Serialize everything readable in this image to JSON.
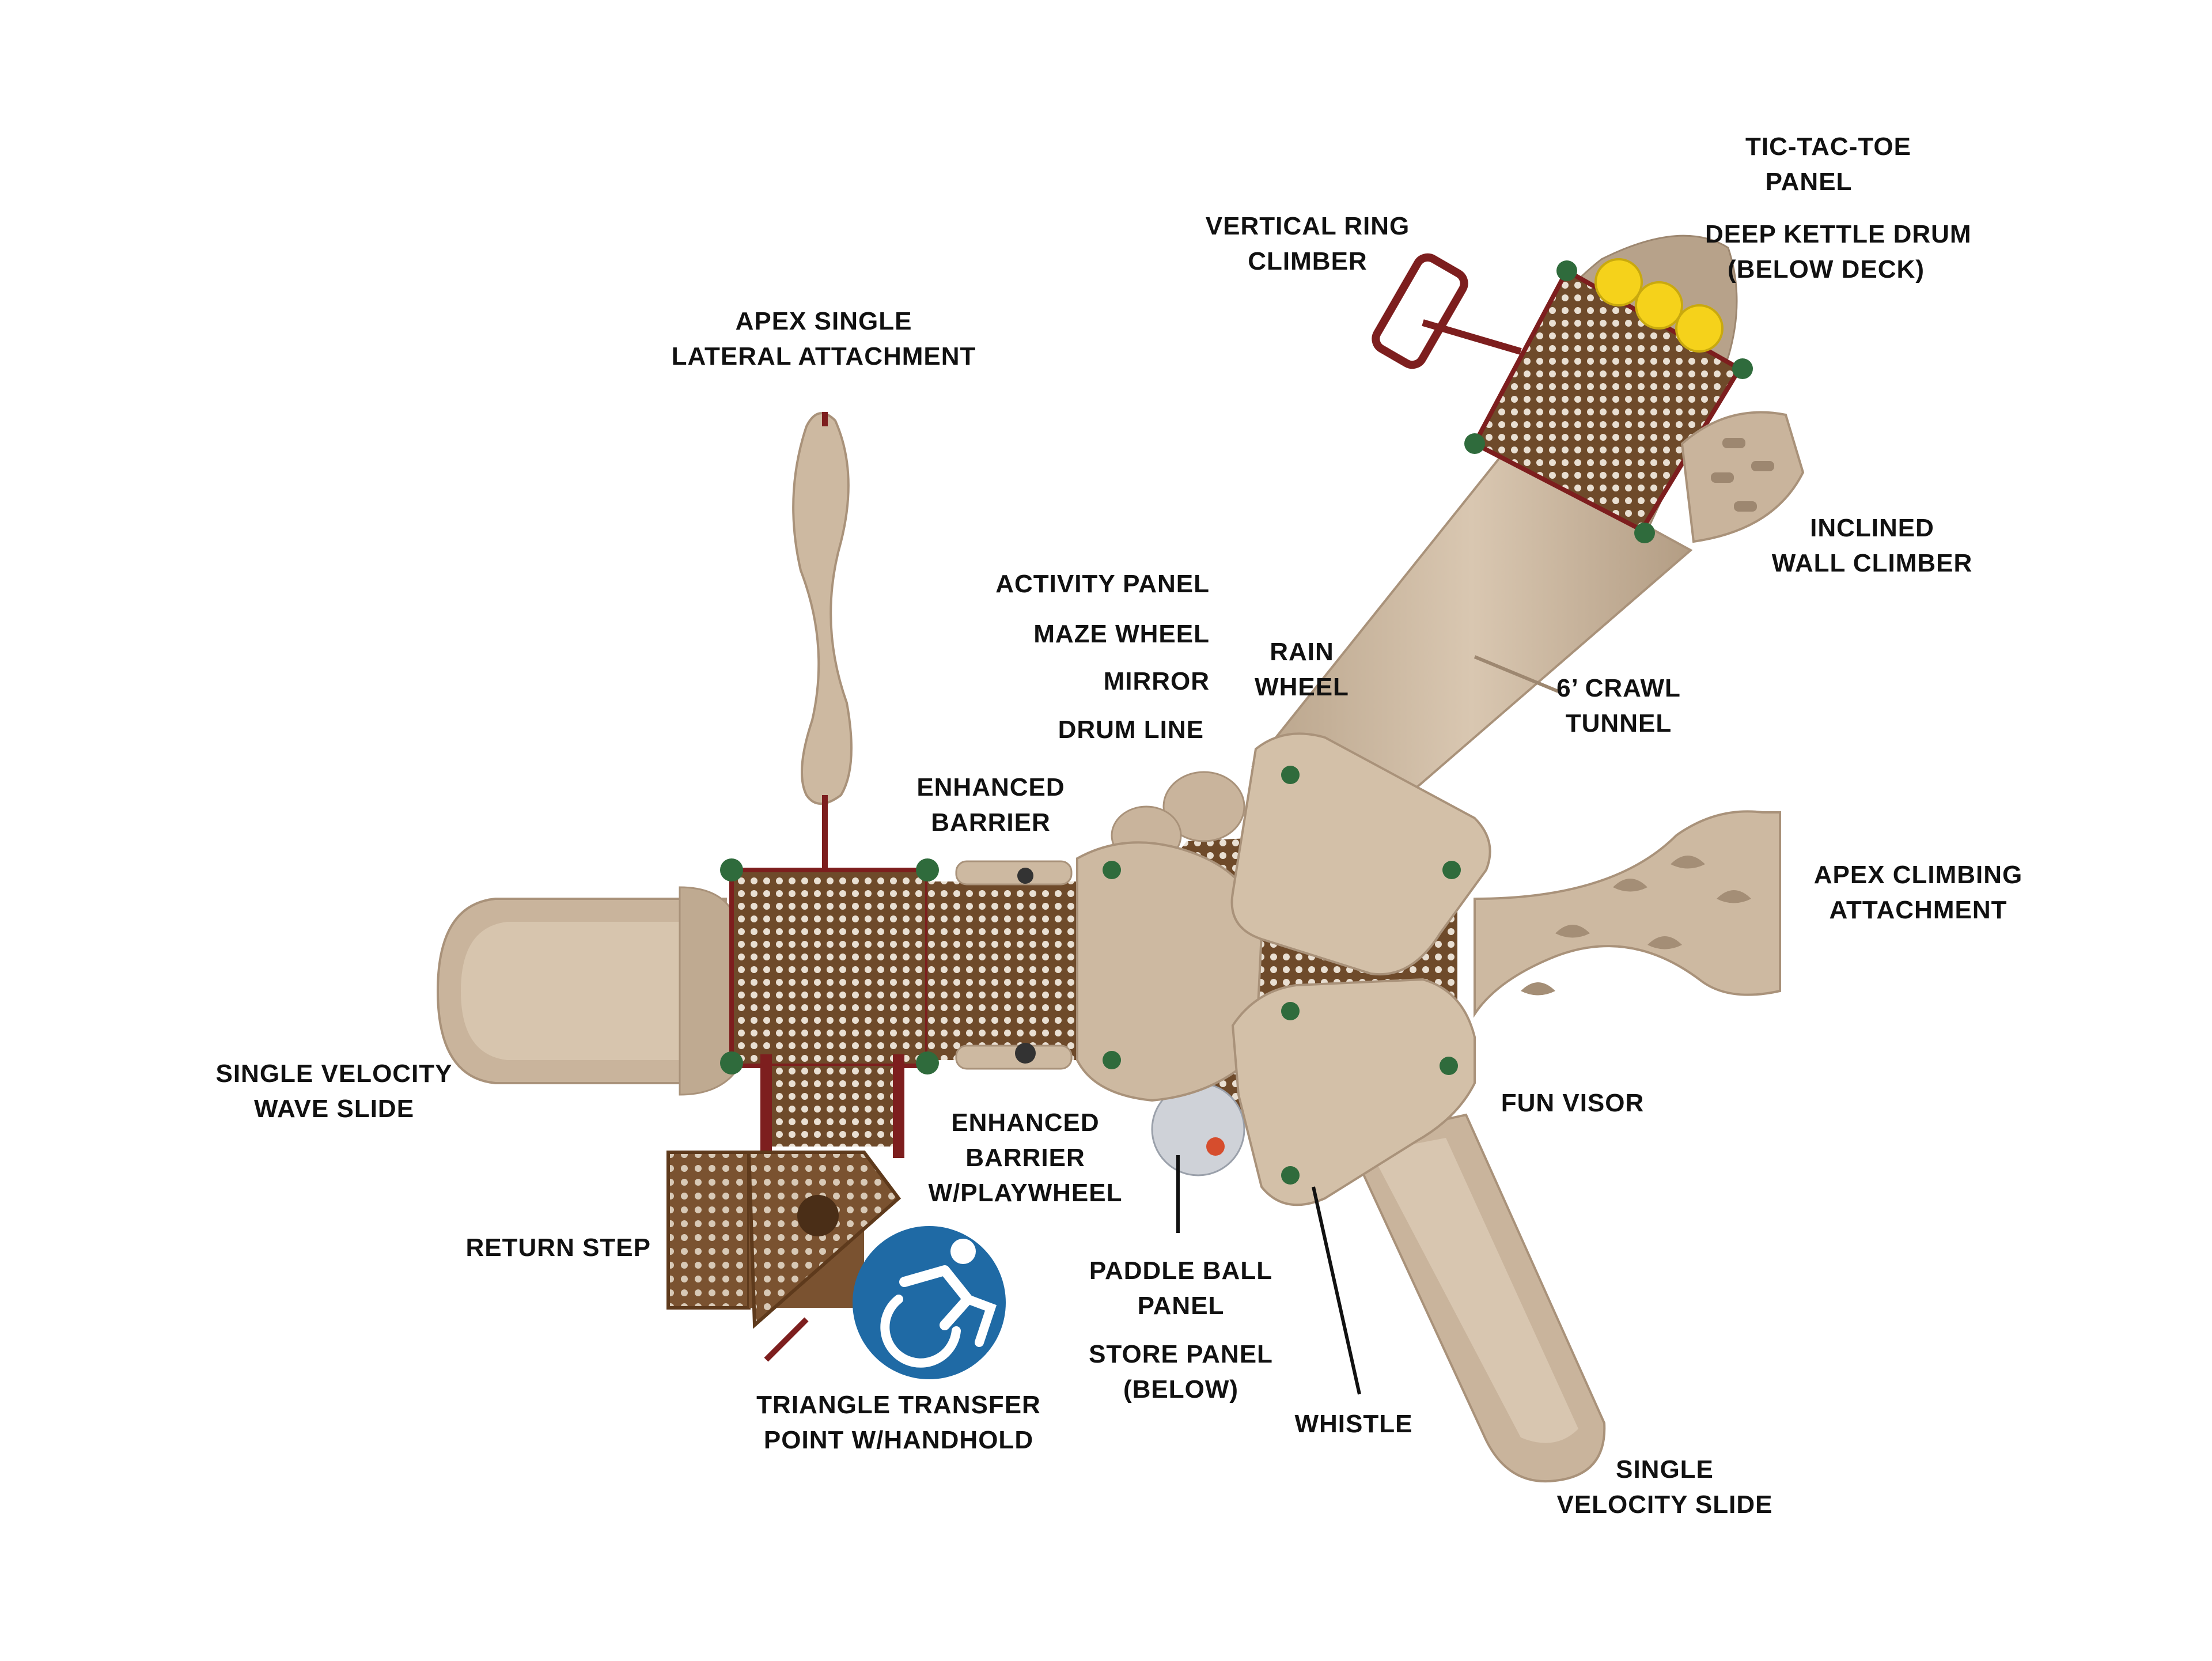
{
  "colors": {
    "tan": "#c9b49c",
    "tan_light": "#ddcbb5",
    "tan_dark": "#a9927a",
    "deck": "#7a5230",
    "frame": "#7d1e1e",
    "post": "#2f6b3c",
    "yellow": "#f5d21b",
    "accessibility_blue": "#1f6aa5"
  },
  "icons": {
    "accessibility": "wheelchair-accessibility-icon"
  },
  "labels": {
    "tic_tac_toe_1": "TIC-TAC-TOE",
    "tic_tac_toe_2": "PANEL",
    "deep_kettle_1": "DEEP KETTLE DRUM",
    "deep_kettle_2": "(BELOW DECK)",
    "vertical_ring_1": "VERTICAL RING",
    "vertical_ring_2": "CLIMBER",
    "apex_single_1": "APEX SINGLE",
    "apex_single_2": "LATERAL ATTACHMENT",
    "inclined_wall_1": "INCLINED",
    "inclined_wall_2": "WALL CLIMBER",
    "activity_panel": "ACTIVITY PANEL",
    "maze_wheel": "MAZE WHEEL",
    "mirror": "MIRROR",
    "drum_line": "DRUM LINE",
    "rain_wheel_1": "RAIN",
    "rain_wheel_2": "WHEEL",
    "crawl_tunnel_1": "6’ CRAWL",
    "crawl_tunnel_2": "TUNNEL",
    "enhanced_barrier_1": "ENHANCED",
    "enhanced_barrier_2": "BARRIER",
    "apex_climbing_1": "APEX CLIMBING",
    "apex_climbing_2": "ATTACHMENT",
    "wave_slide_1": "SINGLE VELOCITY",
    "wave_slide_2": "WAVE SLIDE",
    "barrier_playwheel_1": "ENHANCED",
    "barrier_playwheel_2": "BARRIER",
    "barrier_playwheel_3": "W/PLAYWHEEL",
    "fun_visor": "FUN VISOR",
    "return_step": "RETURN STEP",
    "paddle_ball_1": "PADDLE BALL",
    "paddle_ball_2": "PANEL",
    "store_panel_1": "STORE PANEL",
    "store_panel_2": "(BELOW)",
    "triangle_transfer_1": "TRIANGLE TRANSFER",
    "triangle_transfer_2": "POINT W/HANDHOLD",
    "whistle": "WHISTLE",
    "velocity_slide_1": "SINGLE",
    "velocity_slide_2": "VELOCITY SLIDE"
  }
}
